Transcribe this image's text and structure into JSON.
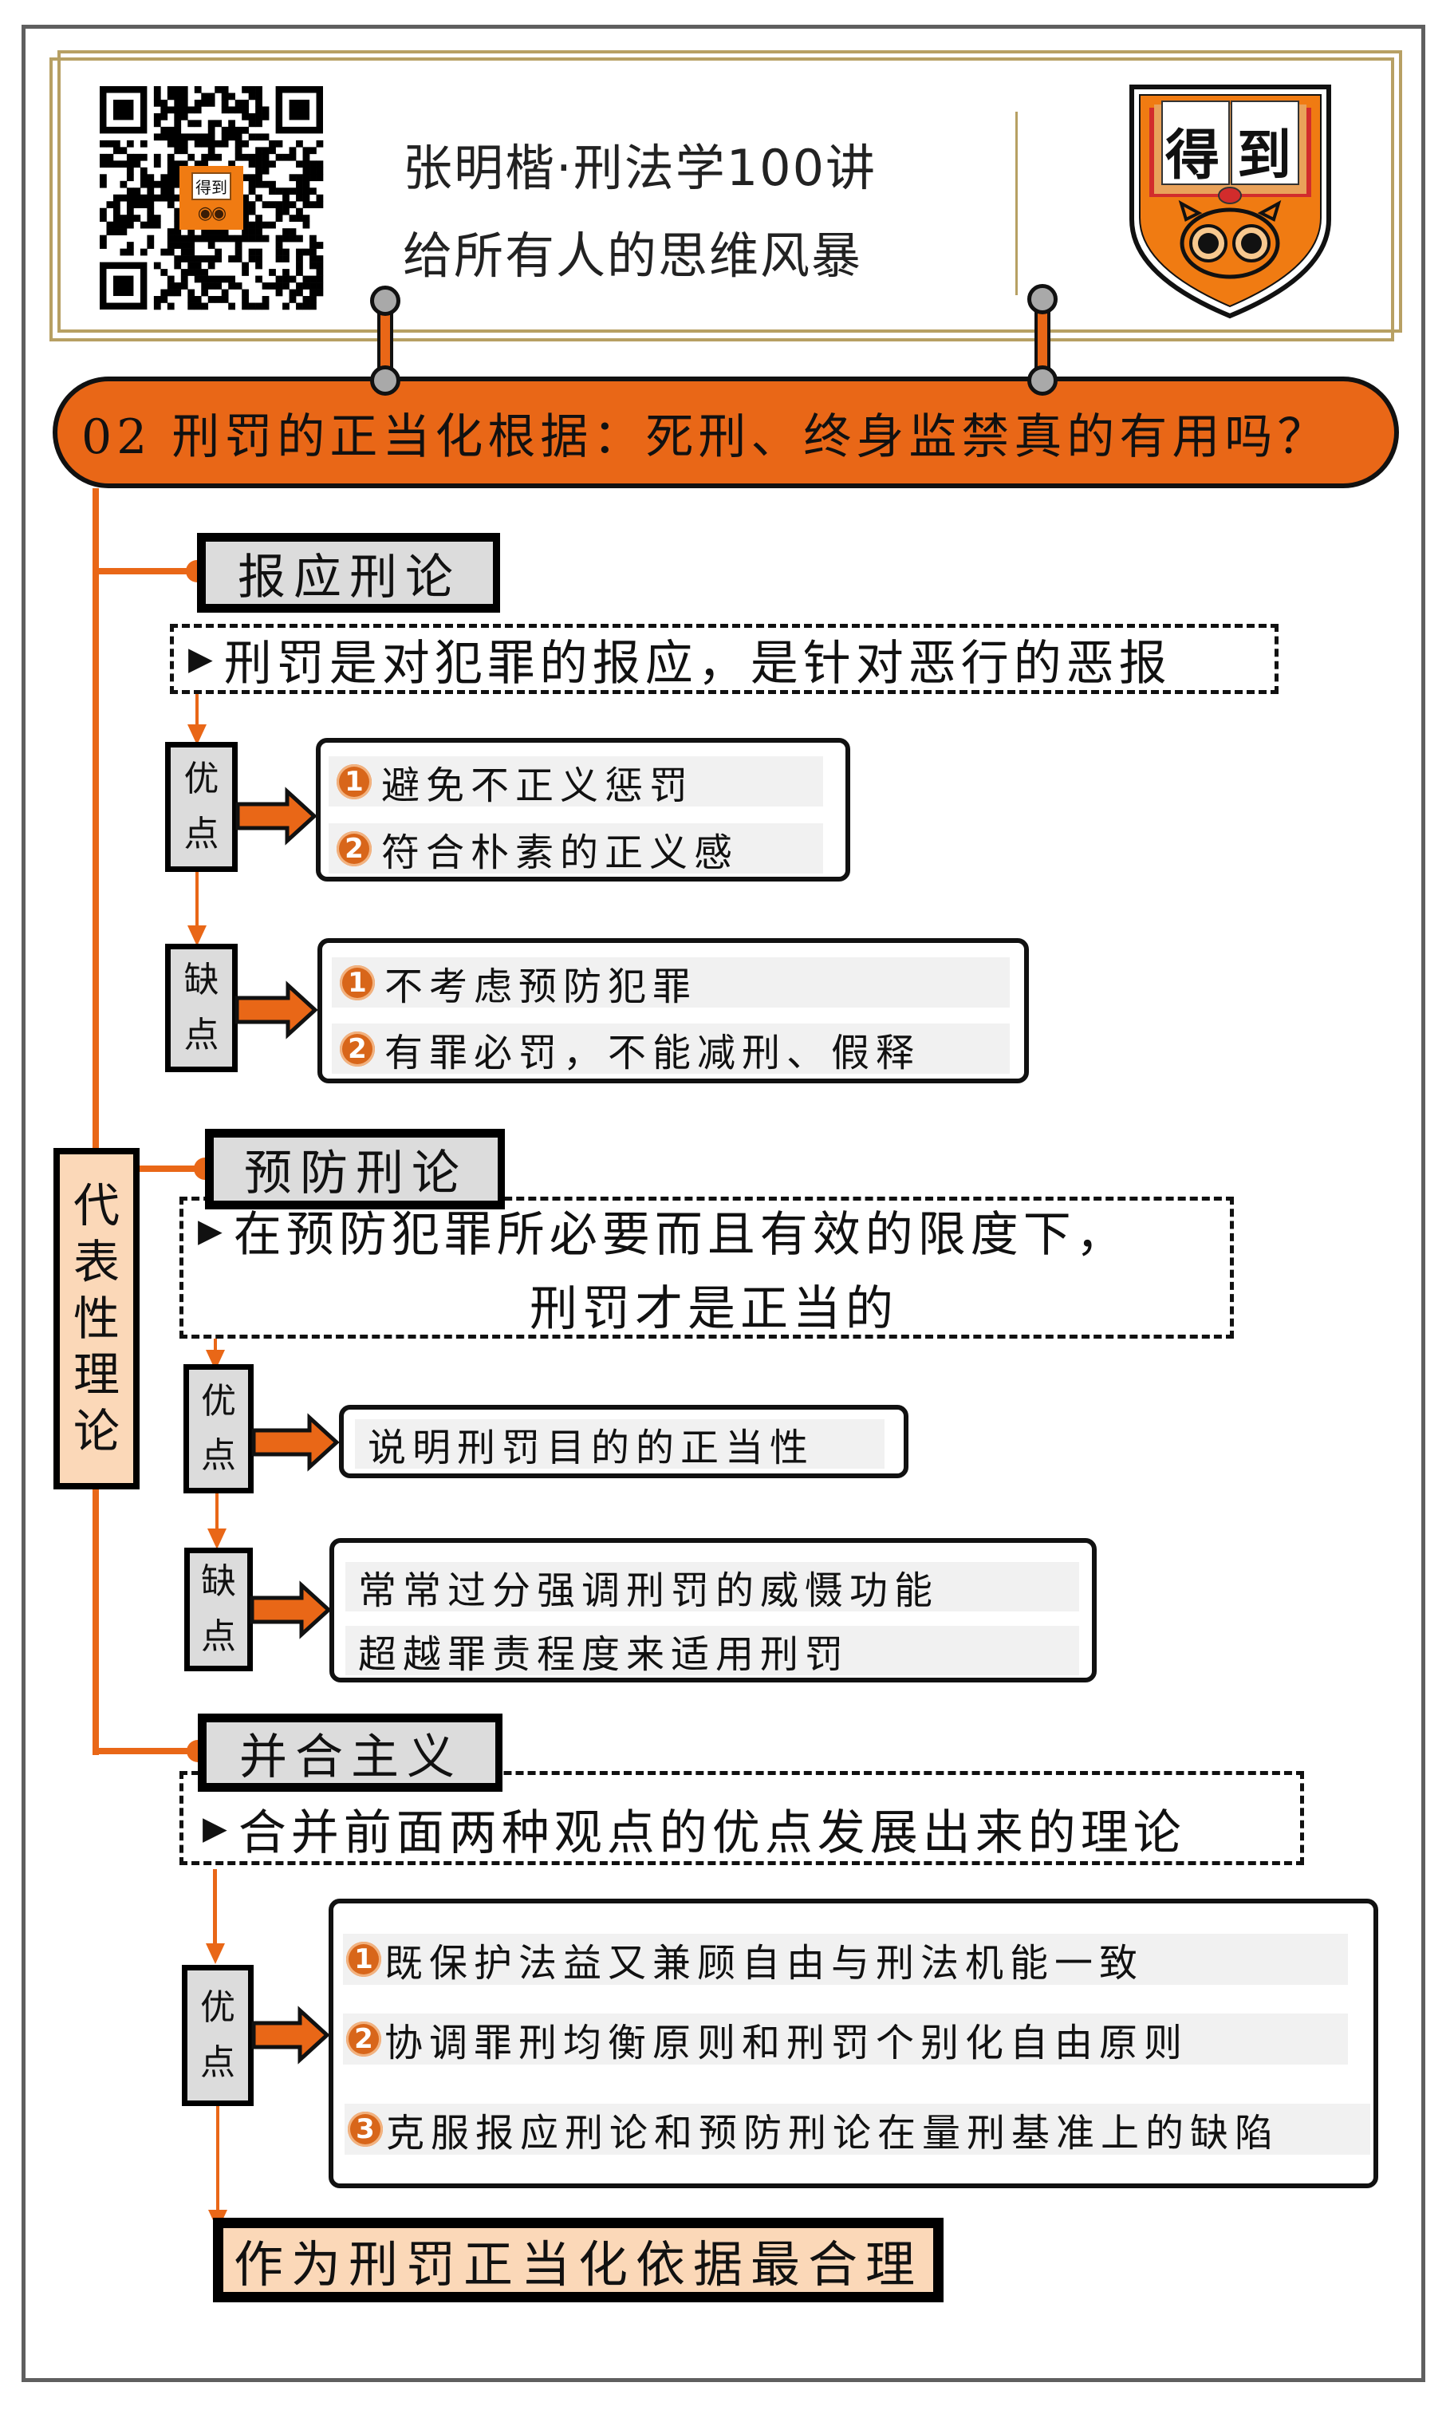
{
  "header": {
    "course_title": "张明楷·刑法学100讲",
    "course_subtitle": "给所有人的思维风暴",
    "qr_badge_text": "得到",
    "logo_text_left": "得",
    "logo_text_right": "到",
    "colors": {
      "accent": "#e96717",
      "gold": "#b7a063",
      "peach": "#fbd8b8",
      "tag_gray": "#dcdcdc"
    }
  },
  "lesson_title": "02 刑罚的正当化根据：死刑、终身监禁真的有用吗？",
  "side_label": [
    "代",
    "表",
    "性",
    "理",
    "论"
  ],
  "sections": [
    {
      "title": "报应刑论",
      "definition": "刑罚是对犯罪的报应，是针对恶行的恶报",
      "pros_label": [
        "优",
        "点"
      ],
      "pros": [
        "避免不正义惩罚",
        "符合朴素的正义感"
      ],
      "cons_label": [
        "缺",
        "点"
      ],
      "cons": [
        "不考虑预防犯罪",
        "有罪必罚，不能减刑、假释"
      ]
    },
    {
      "title": "预防刑论",
      "definition_line1": "在预防犯罪所必要而且有效的限度下，",
      "definition_line2": "刑罚才是正当的",
      "pros_label": [
        "优",
        "点"
      ],
      "pros": [
        "说明刑罚目的的正当性"
      ],
      "cons_label": [
        "缺",
        "点"
      ],
      "cons": [
        "常常过分强调刑罚的威慑功能",
        "超越罪责程度来适用刑罚"
      ]
    },
    {
      "title": "并合主义",
      "definition": "合并前面两种观点的优点发展出来的理论",
      "pros_label": [
        "优",
        "点"
      ],
      "pros": [
        "既保护法益又兼顾自由与刑法机能一致",
        "协调罪刑均衡原则和刑罚个别化自由原则",
        "克服报应刑论和预防刑论在量刑基准上的缺陷"
      ],
      "conclusion": "作为刑罚正当化依据最合理"
    }
  ],
  "markers": {
    "triangle": "▶",
    "numbers": [
      "1",
      "2",
      "3"
    ]
  }
}
